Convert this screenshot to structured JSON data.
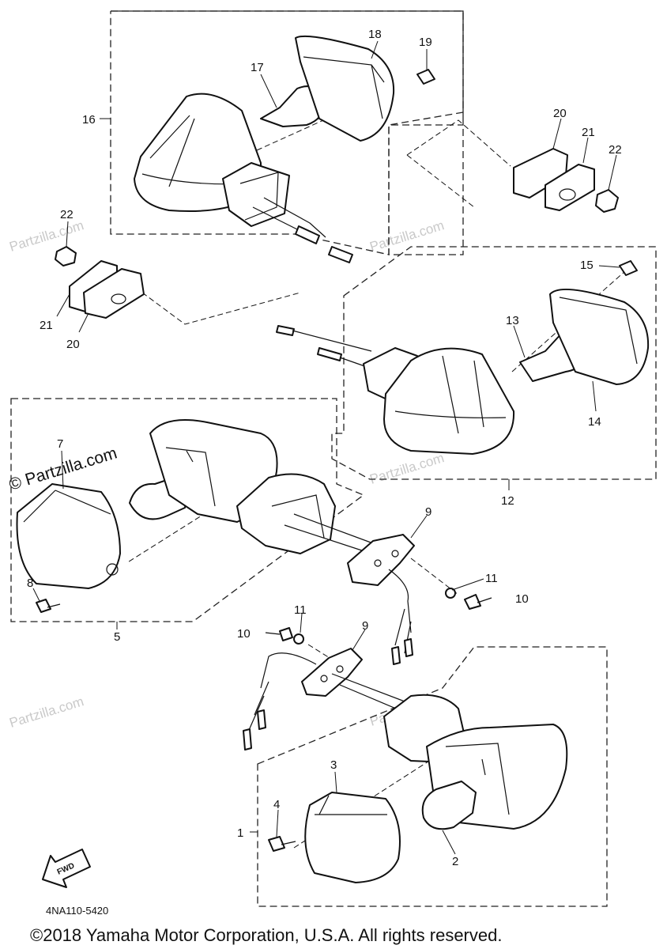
{
  "diagram": {
    "part_code": "4NA110-5420",
    "copyright": "©2018 Yamaha Motor Corporation, U.S.A. All rights reserved.",
    "direction_badge": "FWD",
    "watermark": "Partzilla.com",
    "watermark_strong": "© Partzilla.com",
    "callouts": [
      "16",
      "17",
      "18",
      "19",
      "20",
      "21",
      "22",
      "22",
      "21",
      "20",
      "15",
      "13",
      "14",
      "12",
      "7",
      "8",
      "9",
      "11",
      "10",
      "5",
      "11",
      "10",
      "9",
      "3",
      "4",
      "1",
      "2"
    ]
  }
}
